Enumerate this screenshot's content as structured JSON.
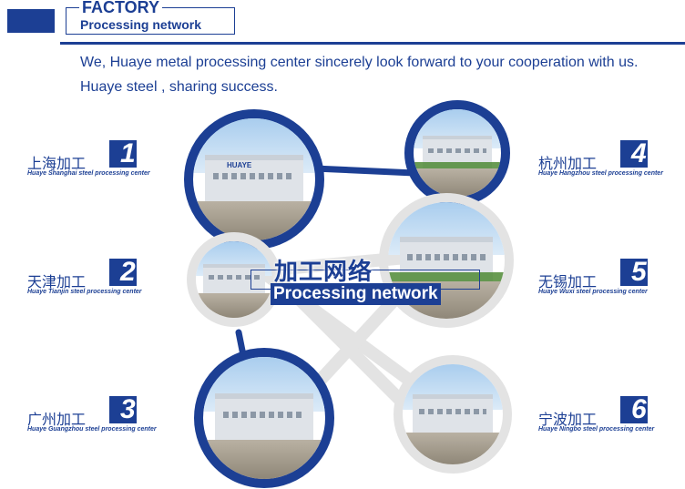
{
  "header": {
    "title": "FACTORY",
    "subtitle": "Processing network",
    "intro_line1": "We, Huaye metal processing center sincerely look forward to your cooperation with us.",
    "intro_line2": "Huaye steel , sharing success."
  },
  "center": {
    "title_cn": "加工网络",
    "title_en": "Processing network"
  },
  "centers": [
    {
      "name_cn": "上海加工",
      "number": "1",
      "name_en": "Huaye Shanghai steel processing center"
    },
    {
      "name_cn": "天津加工",
      "number": "2",
      "name_en": "Huaye Tianjin steel processing center"
    },
    {
      "name_cn": "广州加工",
      "number": "3",
      "name_en": "Huaye Guangzhou steel processing center"
    },
    {
      "name_cn": "杭州加工",
      "number": "4",
      "name_en": "Huaye Hangzhou steel processing center"
    },
    {
      "name_cn": "无锡加工",
      "number": "5",
      "name_en": "Huaye Wuxi steel processing center"
    },
    {
      "name_cn": "宁波加工",
      "number": "6",
      "name_en": "Huaye Ningbo steel processing center"
    }
  ],
  "photo_sign": "HUAYE",
  "colors": {
    "brand_blue": "#1c3f94",
    "ring_grey": "#e3e3e3"
  }
}
